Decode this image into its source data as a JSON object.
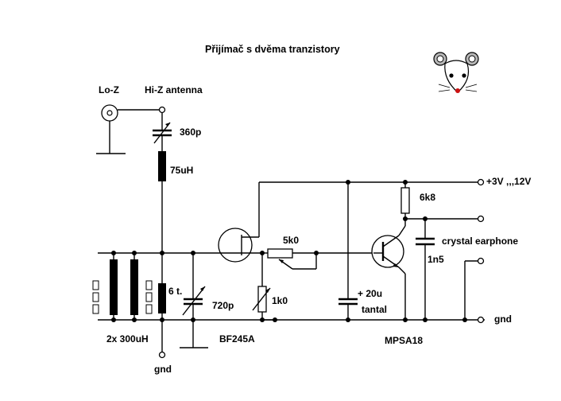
{
  "title": "Přijímač s dvěma tranzistory",
  "colors": {
    "ink": "#000000",
    "background": "#ffffff",
    "mouse_nose": "#cc1111",
    "mouse_ears": "#b8b8b8"
  },
  "logo": {
    "icon": "mouse-face-icon"
  },
  "labels": {
    "lo_z": "Lo-Z",
    "hi_z_antenna": "Hi-Z antenna",
    "c_360p": "360p",
    "l_75uh": "75uH",
    "l_6t": "6 t.",
    "c_720p": "720p",
    "l_2x300uh": "2x 300uH",
    "gnd_bottom": "gnd",
    "jfet": "BF245A",
    "pot_5k0": "5k0",
    "r_1k0": "1k0",
    "c_20u": "+ 20u",
    "tantal": "tantal",
    "r_6k8": "6k8",
    "supply": "+3V ,,,12V",
    "crystal_earphone": "crystal earphone",
    "c_1n5": "1n5",
    "gnd_right": "gnd",
    "bjt": "MPSA18"
  }
}
